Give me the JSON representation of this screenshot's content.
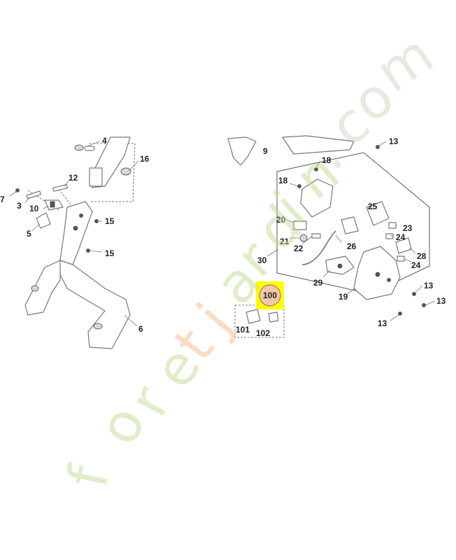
{
  "watermark": {
    "text": "foretjardin.com",
    "letters": [
      "f",
      "o",
      "r",
      "e",
      "t",
      "j",
      "a",
      "r",
      "d",
      "i",
      "n",
      ".",
      "c",
      "o",
      "m"
    ],
    "colors": {
      "green": "#b9d98a",
      "orange": "#f2b27a",
      "beige": "#d4ccbd"
    }
  },
  "highlight": {
    "label": "100",
    "color": "#ffff00"
  },
  "callouts": {
    "c4": "4",
    "c16": "16",
    "c12": "12",
    "c7": "7",
    "c3": "3",
    "c10": "10",
    "c5": "5",
    "c15a": "15",
    "c15b": "15",
    "c6": "6",
    "c9": "9",
    "c13a": "13",
    "c18a": "18",
    "c18b": "18",
    "c20": "20",
    "c21": "21",
    "c22": "22",
    "c26": "26",
    "c30": "30",
    "c25": "25",
    "c23": "23",
    "c24a": "24",
    "c28": "28",
    "c24b": "24",
    "c29": "29",
    "c19": "19",
    "c13b": "13",
    "c13c": "13",
    "c13d": "13",
    "c101": "101",
    "c102": "102"
  }
}
